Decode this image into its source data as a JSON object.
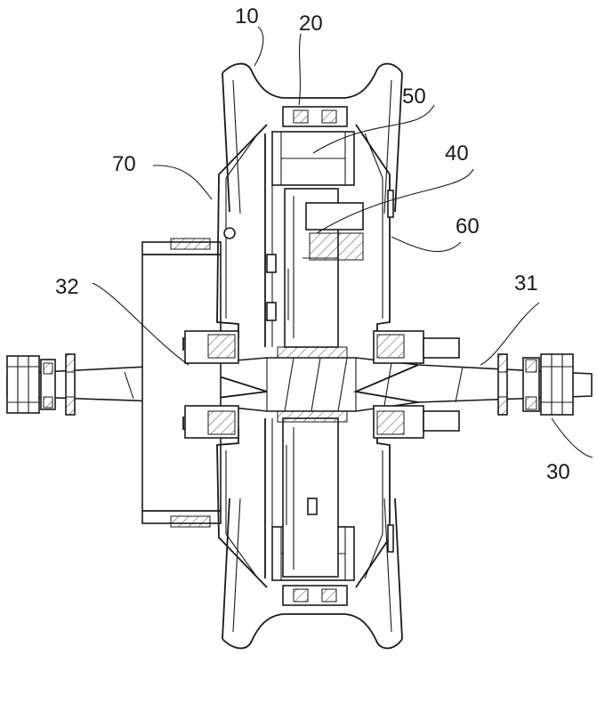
{
  "figure": {
    "labels": {
      "l10": "10",
      "l20": "20",
      "l30": "30",
      "l31": "31",
      "l32": "32",
      "l40": "40",
      "l50": "50",
      "l60": "60",
      "l70": "70"
    }
  }
}
